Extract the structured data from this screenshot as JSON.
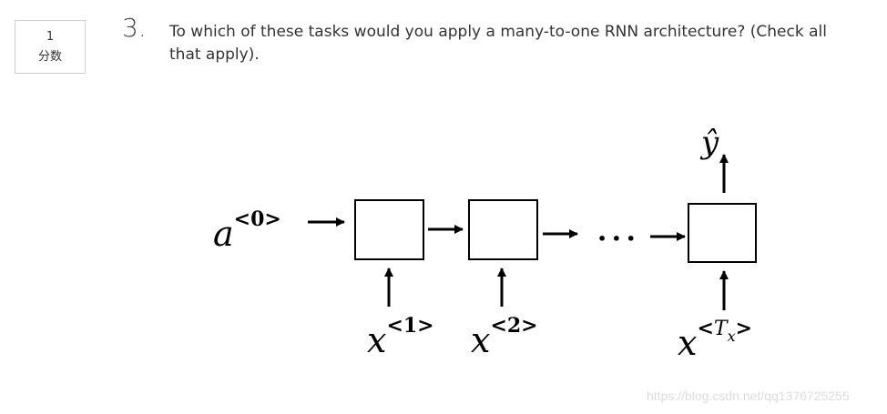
{
  "score": {
    "value": "1",
    "unit": "分数"
  },
  "question": {
    "number": "3.",
    "text": "To which of these tasks would you apply a many-to-one RNN architecture? (Check all that apply)."
  },
  "diagram": {
    "initial_activation": {
      "base": "a",
      "sup": "<0>"
    },
    "output": {
      "base": "ŷ"
    },
    "ellipsis": "• • •",
    "inputs": [
      {
        "base": "x",
        "sup": "<1>"
      },
      {
        "base": "x",
        "sup": "<2>"
      },
      {
        "base": "x",
        "sup_open": "<",
        "sup_T": "T",
        "sup_sub": "x",
        "sup_close": ">"
      }
    ]
  },
  "watermark": "https://blog.csdn.net/qq1376725255"
}
